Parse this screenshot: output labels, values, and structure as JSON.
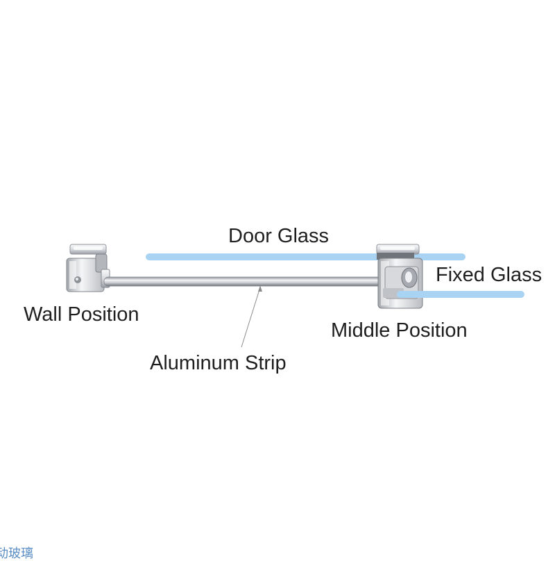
{
  "labels": {
    "door_glass": "Door Glass",
    "fixed_glass": "Fixed Glass",
    "wall_position": "Wall Position",
    "middle_position": "Middle Position",
    "aluminum_strip": "Aluminum Strip"
  },
  "cut_off_text": "动玻璃",
  "colors": {
    "glass": "#a9d3f2",
    "metal_light": "#f1f2f4",
    "metal_mid": "#c7cacf",
    "metal_dark": "#777c83",
    "label_text": "#1e1e1e",
    "leader_line": "#8a8a8a"
  },
  "icons": {
    "wall_clamp": "wall-clamp-icon",
    "middle_clamp": "middle-clamp-icon"
  }
}
